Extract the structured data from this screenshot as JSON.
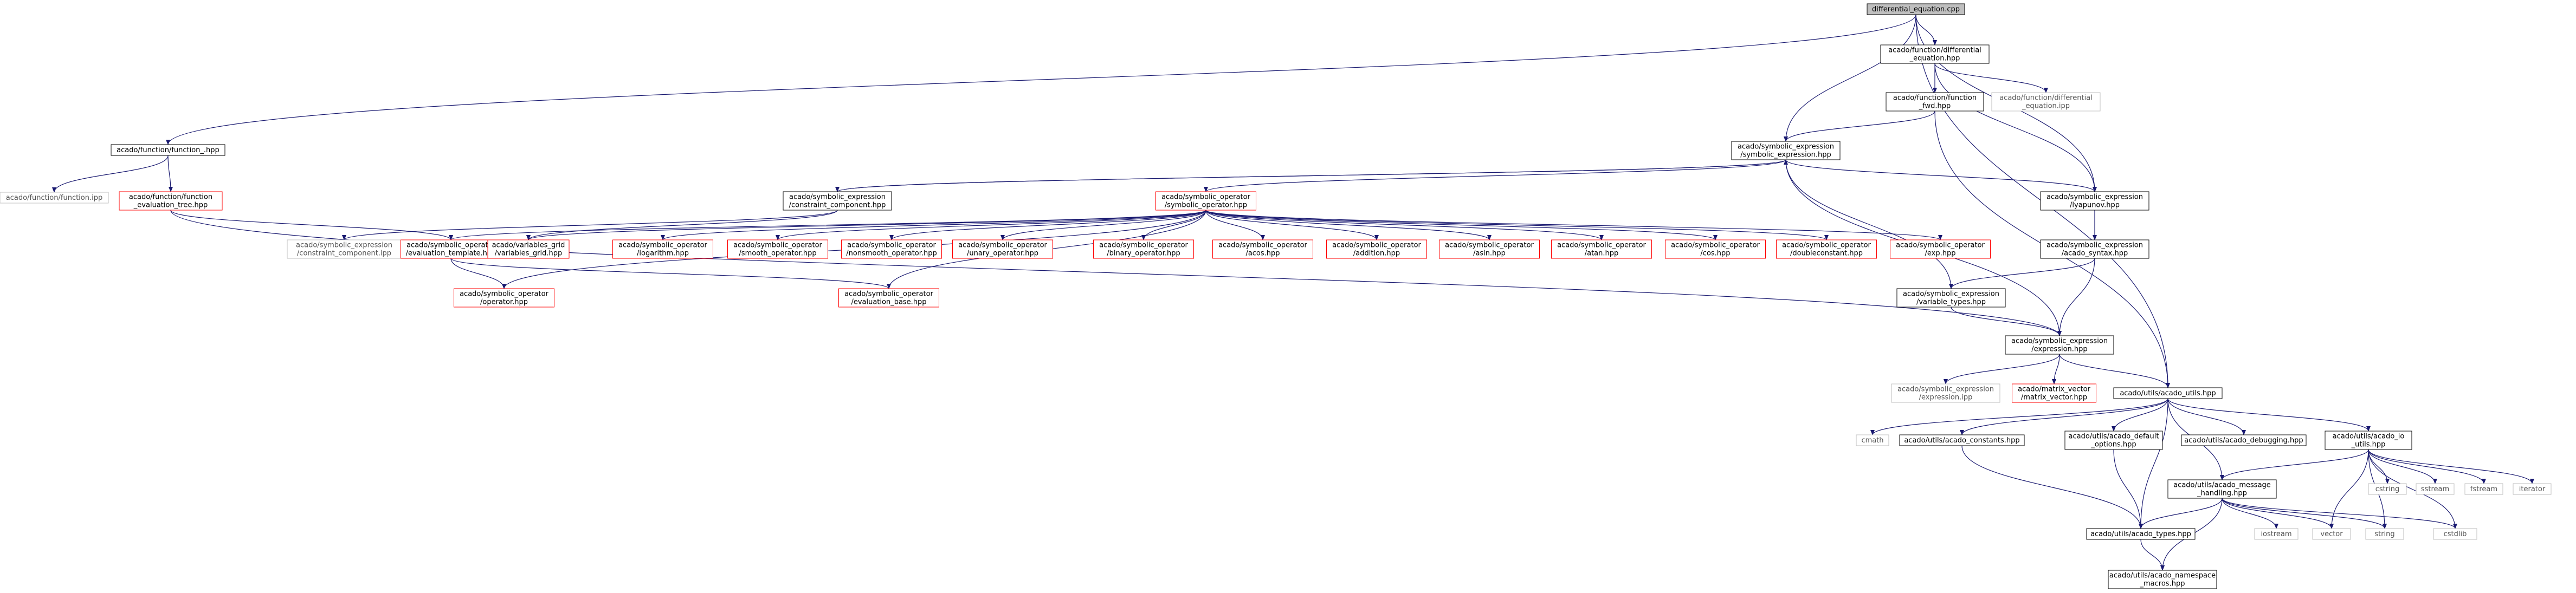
{
  "colors": {
    "edge": "#191970",
    "node_border": "#000000",
    "node_fill": "#ffffff",
    "root_fill": "#bfbfbf",
    "incomplete_border": "#ff0000",
    "leaf_border": "#bfbfbf",
    "leaf_text": "#555555"
  },
  "nodes": [
    {
      "id": "root",
      "lines": [
        "differential_equation.cpp"
      ],
      "style": "root"
    },
    {
      "id": "de_hpp",
      "lines": [
        "acado/function/differential",
        "_equation.hpp"
      ],
      "style": "normal"
    },
    {
      "id": "de_ipp",
      "lines": [
        "acado/function/differential",
        "_equation.ipp"
      ],
      "style": "leaf"
    },
    {
      "id": "fcn_hpp",
      "lines": [
        "acado/function/function",
        "_fwd.hpp"
      ],
      "style": "normal"
    },
    {
      "id": "function_hpp",
      "lines": [
        "acado/function/function_.hpp"
      ],
      "style": "normal"
    },
    {
      "id": "function_ipp",
      "lines": [
        "acado/function/function.ipp"
      ],
      "style": "leaf"
    },
    {
      "id": "eval_tree",
      "lines": [
        "acado/function/function",
        "_evaluation_tree.hpp"
      ],
      "style": "red"
    },
    {
      "id": "sym_expr",
      "lines": [
        "acado/symbolic_expression",
        "/symbolic_expression.hpp"
      ],
      "style": "normal"
    },
    {
      "id": "constraint_comp",
      "lines": [
        "acado/symbolic_expression",
        "/constraint_component.hpp"
      ],
      "style": "normal"
    },
    {
      "id": "constraint_ipp",
      "lines": [
        "acado/symbolic_expression",
        "/constraint_component.ipp"
      ],
      "style": "leaf"
    },
    {
      "id": "sym_op",
      "lines": [
        "acado/symbolic_operator",
        "/symbolic_operator.hpp"
      ],
      "style": "red"
    },
    {
      "id": "eval_template",
      "lines": [
        "acado/symbolic_operator",
        "/evaluation_template.hpp"
      ],
      "style": "red"
    },
    {
      "id": "var_grid",
      "lines": [
        "acado/variables_grid",
        "/variables_grid.hpp"
      ],
      "style": "red"
    },
    {
      "id": "logarithm",
      "lines": [
        "acado/symbolic_operator",
        "/logarithm.hpp"
      ],
      "style": "red"
    },
    {
      "id": "smooth",
      "lines": [
        "acado/symbolic_operator",
        "/smooth_operator.hpp"
      ],
      "style": "red"
    },
    {
      "id": "nonsmooth",
      "lines": [
        "acado/symbolic_operator",
        "/nonsmooth_operator.hpp"
      ],
      "style": "red"
    },
    {
      "id": "unary",
      "lines": [
        "acado/symbolic_operator",
        "/unary_operator.hpp"
      ],
      "style": "red"
    },
    {
      "id": "binary",
      "lines": [
        "acado/symbolic_operator",
        "/binary_operator.hpp"
      ],
      "style": "red"
    },
    {
      "id": "acos",
      "lines": [
        "acado/symbolic_operator",
        "/acos.hpp"
      ],
      "style": "red"
    },
    {
      "id": "addition",
      "lines": [
        "acado/symbolic_operator",
        "/addition.hpp"
      ],
      "style": "red"
    },
    {
      "id": "asin",
      "lines": [
        "acado/symbolic_operator",
        "/asin.hpp"
      ],
      "style": "red"
    },
    {
      "id": "atan",
      "lines": [
        "acado/symbolic_operator",
        "/atan.hpp"
      ],
      "style": "red"
    },
    {
      "id": "cos",
      "lines": [
        "acado/symbolic_operator",
        "/cos.hpp"
      ],
      "style": "red"
    },
    {
      "id": "doubleconst",
      "lines": [
        "acado/symbolic_operator",
        "/doubleconstant.hpp"
      ],
      "style": "red"
    },
    {
      "id": "exp",
      "lines": [
        "acado/symbolic_operator",
        "/exp.hpp"
      ],
      "style": "red"
    },
    {
      "id": "operator",
      "lines": [
        "acado/symbolic_operator",
        "/operator.hpp"
      ],
      "style": "red"
    },
    {
      "id": "eval_base",
      "lines": [
        "acado/symbolic_operator",
        "/evaluation_base.hpp"
      ],
      "style": "red"
    },
    {
      "id": "lyapunov",
      "lines": [
        "acado/symbolic_expression",
        "/lyapunov.hpp"
      ],
      "style": "normal"
    },
    {
      "id": "acado_syntax",
      "lines": [
        "acado/symbolic_expression",
        "/acado_syntax.hpp"
      ],
      "style": "normal"
    },
    {
      "id": "var_types",
      "lines": [
        "acado/symbolic_expression",
        "/variable_types.hpp"
      ],
      "style": "normal"
    },
    {
      "id": "expression",
      "lines": [
        "acado/symbolic_expression",
        "/expression.hpp"
      ],
      "style": "normal"
    },
    {
      "id": "expression_ipp",
      "lines": [
        "acado/symbolic_expression",
        "/expression.ipp"
      ],
      "style": "leaf"
    },
    {
      "id": "matrix_vector",
      "lines": [
        "acado/matrix_vector",
        "/matrix_vector.hpp"
      ],
      "style": "red"
    },
    {
      "id": "acado_utils",
      "lines": [
        "acado/utils/acado_utils.hpp"
      ],
      "style": "normal"
    },
    {
      "id": "cmath",
      "lines": [
        "cmath"
      ],
      "style": "leaf"
    },
    {
      "id": "acado_constants",
      "lines": [
        "acado/utils/acado_constants.hpp"
      ],
      "style": "normal"
    },
    {
      "id": "default_opts",
      "lines": [
        "acado/utils/acado_default",
        "_options.hpp"
      ],
      "style": "normal"
    },
    {
      "id": "debugging",
      "lines": [
        "acado/utils/acado_debugging.hpp"
      ],
      "style": "normal"
    },
    {
      "id": "acado_io",
      "lines": [
        "acado/utils/acado_io",
        "_utils.hpp"
      ],
      "style": "normal"
    },
    {
      "id": "msg_handling",
      "lines": [
        "acado/utils/acado_message",
        "_handling.hpp"
      ],
      "style": "normal"
    },
    {
      "id": "cstring",
      "lines": [
        "cstring"
      ],
      "style": "leaf"
    },
    {
      "id": "sstream",
      "lines": [
        "sstream"
      ],
      "style": "leaf"
    },
    {
      "id": "fstream",
      "lines": [
        "fstream"
      ],
      "style": "leaf"
    },
    {
      "id": "iterator",
      "lines": [
        "iterator"
      ],
      "style": "leaf"
    },
    {
      "id": "acado_types",
      "lines": [
        "acado/utils/acado_types.hpp"
      ],
      "style": "normal"
    },
    {
      "id": "iostream",
      "lines": [
        "iostream"
      ],
      "style": "leaf"
    },
    {
      "id": "vector",
      "lines": [
        "vector"
      ],
      "style": "leaf"
    },
    {
      "id": "string",
      "lines": [
        "string"
      ],
      "style": "leaf"
    },
    {
      "id": "cstdlib",
      "lines": [
        "cstdlib"
      ],
      "style": "leaf"
    },
    {
      "id": "namespace_macros",
      "lines": [
        "acado/utils/acado_namespace",
        "_macros.hpp"
      ],
      "style": "normal"
    }
  ],
  "edges": [
    [
      "root",
      "de_hpp"
    ],
    [
      "root",
      "function_hpp"
    ],
    [
      "root",
      "sym_expr"
    ],
    [
      "root",
      "lyapunov"
    ],
    [
      "root",
      "acado_utils"
    ],
    [
      "de_hpp",
      "fcn_hpp"
    ],
    [
      "de_hpp",
      "de_ipp"
    ],
    [
      "de_hpp",
      "lyapunov"
    ],
    [
      "fcn_hpp",
      "sym_expr"
    ],
    [
      "fcn_hpp",
      "acado_utils"
    ],
    [
      "function_hpp",
      "function_ipp"
    ],
    [
      "function_hpp",
      "eval_tree"
    ],
    [
      "eval_tree",
      "eval_template"
    ],
    [
      "eval_tree",
      "expression"
    ],
    [
      "sym_expr",
      "constraint_comp"
    ],
    [
      "sym_expr",
      "sym_op"
    ],
    [
      "sym_expr",
      "lyapunov"
    ],
    [
      "sym_expr",
      "var_types"
    ],
    [
      "sym_expr",
      "expression"
    ],
    [
      "constraint_comp",
      "sym_expr"
    ],
    [
      "constraint_comp",
      "constraint_ipp"
    ],
    [
      "constraint_comp",
      "var_grid"
    ],
    [
      "sym_op",
      "eval_template"
    ],
    [
      "sym_op",
      "var_grid"
    ],
    [
      "sym_op",
      "logarithm"
    ],
    [
      "sym_op",
      "smooth"
    ],
    [
      "sym_op",
      "nonsmooth"
    ],
    [
      "sym_op",
      "unary"
    ],
    [
      "sym_op",
      "binary"
    ],
    [
      "sym_op",
      "acos"
    ],
    [
      "sym_op",
      "addition"
    ],
    [
      "sym_op",
      "asin"
    ],
    [
      "sym_op",
      "atan"
    ],
    [
      "sym_op",
      "cos"
    ],
    [
      "sym_op",
      "doubleconst"
    ],
    [
      "sym_op",
      "exp"
    ],
    [
      "sym_op",
      "operator"
    ],
    [
      "sym_op",
      "eval_base"
    ],
    [
      "eval_template",
      "operator"
    ],
    [
      "eval_template",
      "eval_base"
    ],
    [
      "lyapunov",
      "acado_syntax"
    ],
    [
      "acado_syntax",
      "var_types"
    ],
    [
      "acado_syntax",
      "expression"
    ],
    [
      "var_types",
      "expression"
    ],
    [
      "expression",
      "expression_ipp"
    ],
    [
      "expression",
      "matrix_vector"
    ],
    [
      "expression",
      "acado_utils"
    ],
    [
      "acado_utils",
      "cmath"
    ],
    [
      "acado_utils",
      "acado_constants"
    ],
    [
      "acado_utils",
      "default_opts"
    ],
    [
      "acado_utils",
      "debugging"
    ],
    [
      "acado_utils",
      "acado_io"
    ],
    [
      "acado_utils",
      "msg_handling"
    ],
    [
      "acado_utils",
      "acado_types"
    ],
    [
      "acado_constants",
      "acado_types"
    ],
    [
      "default_opts",
      "acado_types"
    ],
    [
      "acado_io",
      "cstring"
    ],
    [
      "acado_io",
      "sstream"
    ],
    [
      "acado_io",
      "fstream"
    ],
    [
      "acado_io",
      "iterator"
    ],
    [
      "acado_io",
      "msg_handling"
    ],
    [
      "acado_io",
      "vector"
    ],
    [
      "acado_io",
      "string"
    ],
    [
      "acado_io",
      "cstdlib"
    ],
    [
      "msg_handling",
      "acado_types"
    ],
    [
      "msg_handling",
      "namespace_macros"
    ],
    [
      "msg_handling",
      "iostream"
    ],
    [
      "msg_handling",
      "vector"
    ],
    [
      "msg_handling",
      "string"
    ],
    [
      "msg_handling",
      "cstdlib"
    ],
    [
      "acado_types",
      "namespace_macros"
    ]
  ]
}
